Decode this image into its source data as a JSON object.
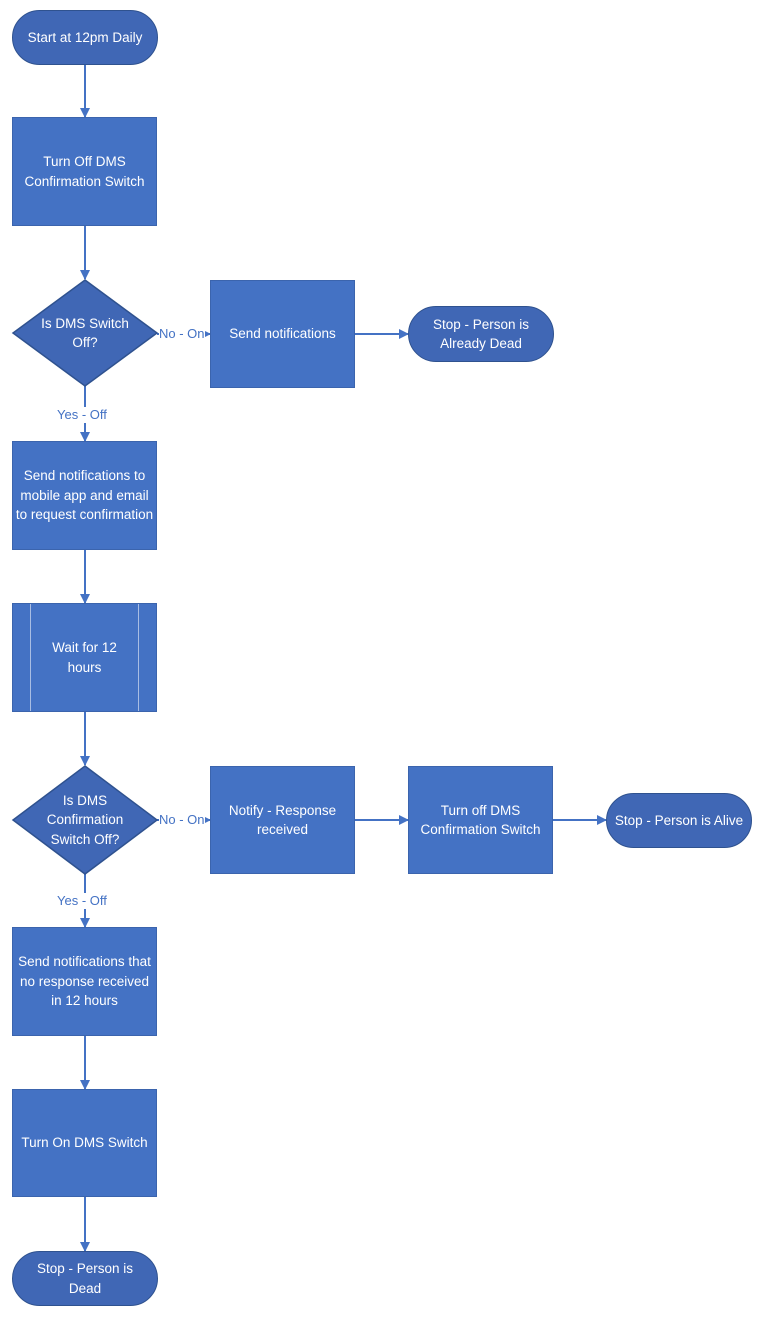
{
  "colors": {
    "box_fill": "#4472c4",
    "terminal_fill": "#4067b5",
    "terminal_border": "#2f528f",
    "connector": "#4472c4",
    "label_text": "#4472c4"
  },
  "nodes": {
    "start": "Start at 12pm Daily",
    "turn_off_switch": "Turn Off DMS Confirmation Switch",
    "decision_switch_off": "Is DMS Switch Off?",
    "send_notifications": "Send notifications",
    "stop_already_dead": "Stop - Person is Already Dead",
    "send_request": "Send notifications to mobile app and email to request confirmation",
    "wait_12": "Wait for 12 hours",
    "decision_confirmation_off": "Is DMS Confirmation Switch Off?",
    "notify_response": "Notify - Response received",
    "turn_off_confirmation": "Turn off DMS Confirmation Switch",
    "stop_alive": "Stop - Person is Alive",
    "send_no_response": "Send notifications that no response received in 12 hours",
    "turn_on_switch": "Turn On DMS Switch",
    "stop_dead": "Stop - Person is Dead"
  },
  "edge_labels": {
    "d1_no": "No - On",
    "d1_yes": "Yes - Off",
    "d2_no": "No - On",
    "d2_yes": "Yes - Off"
  }
}
